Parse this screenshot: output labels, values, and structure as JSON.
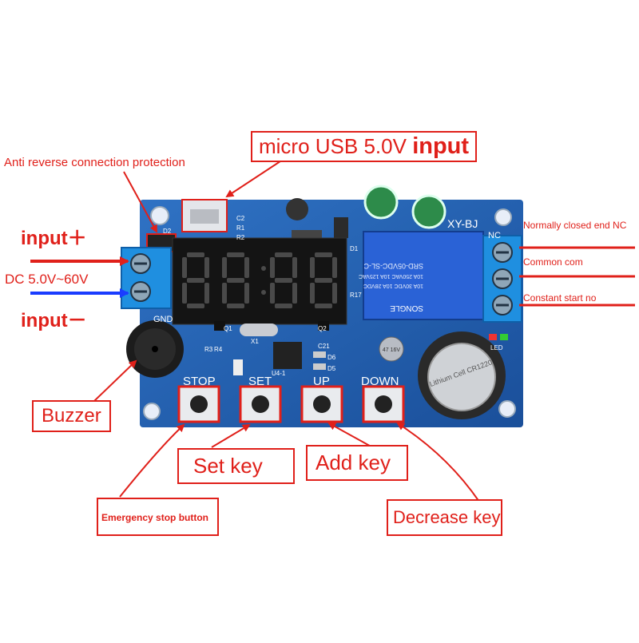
{
  "annotations": {
    "micro_usb": "micro USB 5.0V",
    "micro_usb_suffix": "input",
    "anti_reverse": "Anti reverse connection protection",
    "input_plus": "input＋",
    "dc_range": "DC 5.0V~60V",
    "input_minus": "input－",
    "buzzer": "Buzzer",
    "normally_closed": "Normally closed end NC",
    "common": "Common com",
    "constant_start": "Constant start no",
    "set_key": "Set key",
    "add_key": "Add key",
    "emergency_stop": "Emergency stop button",
    "decrease_key": "Decrease key"
  },
  "board": {
    "model": "XY-BJ",
    "gnd": "GND",
    "nc": "NC",
    "buttons": [
      "STOP",
      "SET",
      "UP",
      "DOWN"
    ],
    "display": "88:88",
    "relay_lines": [
      "SRD-05VDC-SL-C",
      "10A 250VAC 10A 125VAC",
      "10A 30VDC 10A 28VDC"
    ],
    "relay_brand": "SONGLE",
    "battery": "Lithium Cell CR1220",
    "led_label": "LED",
    "cap_label": "47 16V",
    "parts": {
      "q1": "Q1",
      "q2": "Q2",
      "x1": "X1",
      "r3": "R3",
      "r4": "R4",
      "d1": "D1",
      "r17": "R17",
      "c21": "C21",
      "d6": "D6",
      "d5": "D5",
      "u4": "U4-1",
      "c2": "C2",
      "r1": "R1",
      "r2": "R2",
      "d2": "D2"
    }
  },
  "colors": {
    "annotation_red": "#e0201a",
    "pcb_blue": "#1d5cab",
    "terminal_blue": "#1f8fe0",
    "dc_arrow_blue": "#1a3cff",
    "relay_blue": "#2a62d6"
  }
}
